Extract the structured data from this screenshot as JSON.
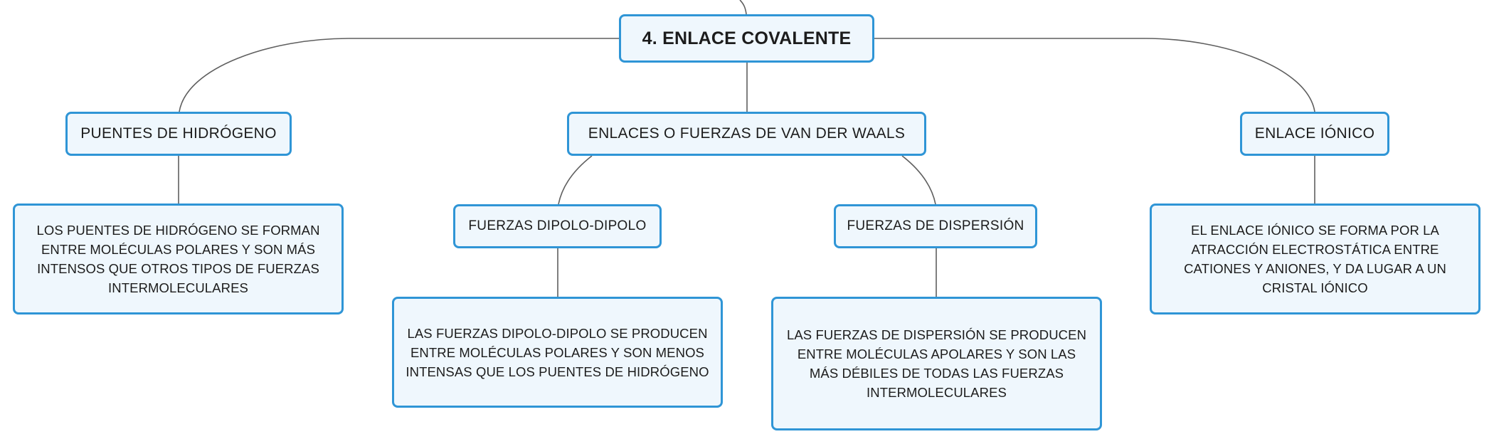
{
  "diagram": {
    "root": {
      "label": "4. ENLACE COVALENTE"
    },
    "topics": {
      "puentes": {
        "label": "PUENTES DE HIDRÓGENO",
        "description": "LOS PUENTES DE HIDRÓGENO SE FORMAN ENTRE MOLÉCULAS POLARES Y SON MÁS INTENSOS QUE OTROS TIPOS DE FUERZAS INTERMOLECULARES"
      },
      "vanderwaals": {
        "label": "ENLACES O FUERZAS DE VAN DER WAALS",
        "subtopics": {
          "dipolo": {
            "label": "FUERZAS DIPOLO-DIPOLO",
            "description": "LAS FUERZAS DIPOLO-DIPOLO SE PRODUCEN ENTRE MOLÉCULAS POLARES Y SON MENOS INTENSAS QUE LOS PUENTES DE HIDRÓGENO"
          },
          "dispersion": {
            "label": "FUERZAS DE DISPERSIÓN",
            "description": "LAS FUERZAS DE DISPERSIÓN SE PRODUCEN ENTRE MOLÉCULAS APOLARES Y SON LAS MÁS DÉBILES DE TODAS LAS FUERZAS INTERMOLECULARES"
          }
        }
      },
      "ionico": {
        "label": "ENLACE IÓNICO",
        "description": "EL ENLACE IÓNICO SE FORMA POR LA ATRACCIÓN ELECTROSTÁTICA ENTRE CATIONES Y ANIONES, Y DA LUGAR A UN CRISTAL IÓNICO"
      }
    }
  },
  "colors": {
    "node_border": "#2f95d6",
    "node_fill": "#eff7fd",
    "connector": "#5f5f5f",
    "text": "#1c1c1c"
  }
}
